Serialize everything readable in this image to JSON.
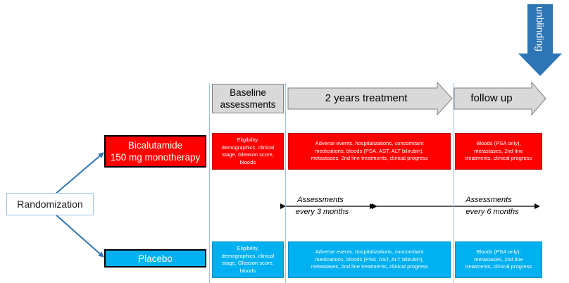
{
  "randomization": {
    "label": "Randomization"
  },
  "arms": {
    "bicalutamide": {
      "label": "Bicalutamide\n150 mg monotherapy",
      "color": "#ff0000"
    },
    "placebo": {
      "label": "Placebo",
      "color": "#00b0f0"
    }
  },
  "phases": {
    "baseline": "Baseline\nassessments",
    "treatment": "2 years treatment",
    "followup": "follow up"
  },
  "unblinding": {
    "label": "unblinding",
    "color": "#2e75b6"
  },
  "bicalutamide_boxes": {
    "baseline": "Eligibility,\ndemographics, clinical\nstage, Gleason score,\nbloods",
    "treatment": "Adverse events, hospitalizations, concomitant\nmedications, bloods (PSA, AST, ALT bilirubin),\nmetastases, 2nd line treatments, clinical progress",
    "followup": "Bloods (PSA only),\nmetastases, 2nd line\ntreatments, clinical progress"
  },
  "placebo_boxes": {
    "baseline": "Eligibility,\ndemographics, clinical\nstage, Gleason score,\nbloods",
    "treatment": "Adverse events, hospitalizations, concomitant\nmedications, bloods (PSA, AST, ALT bilirubin),\nmetastases, 2nd line treatments, clinical progress",
    "followup": "Bloods (PSA only),\nmetastases, 2nd line\ntreatments, clinical progress"
  },
  "assessments": {
    "treatment": {
      "title": "Assessments",
      "frequency": "every 3 months"
    },
    "followup": {
      "title": "Assessments",
      "frequency": "every 6 months"
    }
  }
}
